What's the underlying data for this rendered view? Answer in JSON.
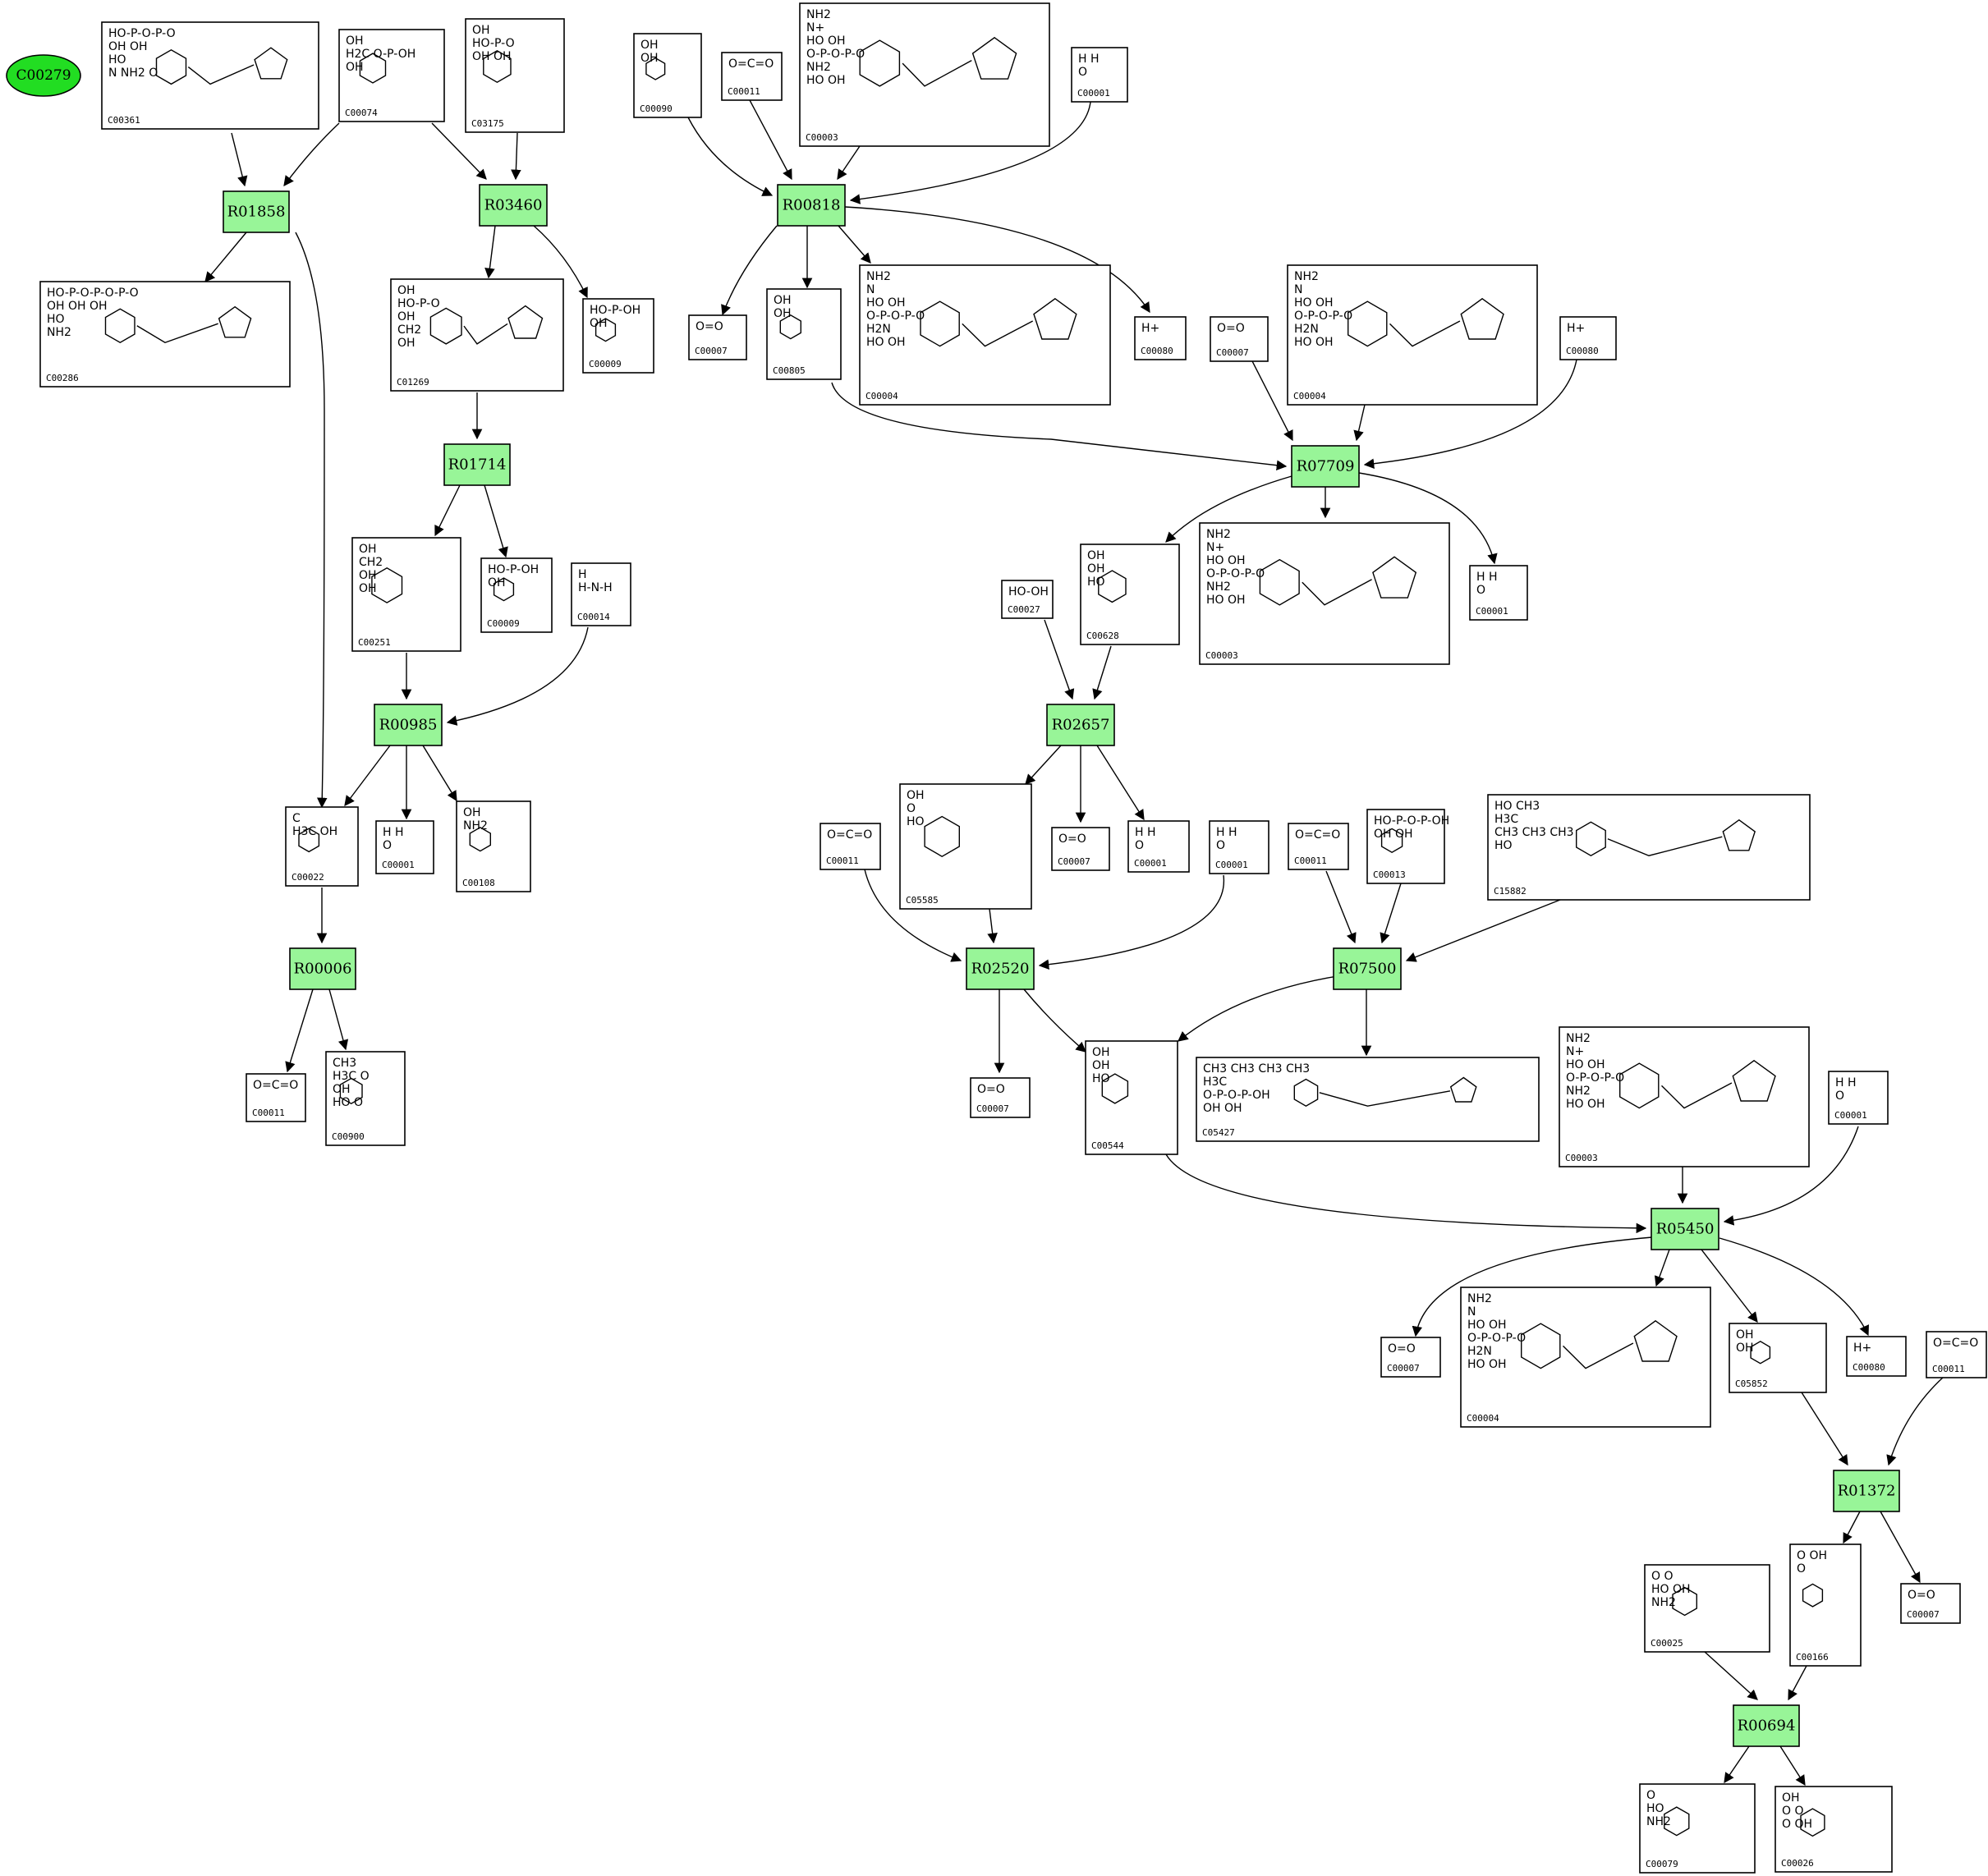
{
  "root": {
    "label": "C00279",
    "color": "#22dd22"
  },
  "colors": {
    "reaction_fill": "#98f598",
    "box_stroke": "#000000",
    "background": "#ffffff"
  },
  "reactions": [
    {
      "id": "R01858"
    },
    {
      "id": "R03460"
    },
    {
      "id": "R00818"
    },
    {
      "id": "R01714"
    },
    {
      "id": "R07709"
    },
    {
      "id": "R00985"
    },
    {
      "id": "R02657"
    },
    {
      "id": "R00006"
    },
    {
      "id": "R02520"
    },
    {
      "id": "R07500"
    },
    {
      "id": "R05450"
    },
    {
      "id": "R01372"
    },
    {
      "id": "R00694"
    }
  ],
  "compounds": [
    {
      "id": "C00361",
      "formula": [
        "HO-P-O-P-O",
        "OH  OH",
        "HO",
        "N  NH2  O"
      ]
    },
    {
      "id": "C00074",
      "formula": [
        "OH",
        "H2C  O-P-OH",
        "OH"
      ]
    },
    {
      "id": "C03175",
      "formula": [
        "OH",
        "HO-P-O",
        "OH  OH"
      ]
    },
    {
      "id": "C00090",
      "formula": [
        "OH",
        "OH"
      ]
    },
    {
      "id": "C00011",
      "formula": [
        "O=C=O"
      ]
    },
    {
      "id": "C00003",
      "formula": [
        "NH2",
        "N+",
        "HO  OH",
        "O-P-O-P-O",
        "NH2",
        "HO  OH"
      ]
    },
    {
      "id": "C00001",
      "formula": [
        "H  H",
        "O"
      ]
    },
    {
      "id": "C00286",
      "formula": [
        "HO-P-O-P-O-P-O",
        "OH  OH  OH",
        "HO",
        "NH2"
      ]
    },
    {
      "id": "C00009",
      "formula": [
        "HO-P-OH",
        "OH"
      ]
    },
    {
      "id": "C01269",
      "formula": [
        "OH",
        "HO-P-O",
        "OH",
        "CH2",
        "OH"
      ]
    },
    {
      "id": "C00007",
      "formula": [
        "O=O"
      ]
    },
    {
      "id": "C00805",
      "formula": [
        "OH",
        "OH"
      ]
    },
    {
      "id": "C00004",
      "formula": [
        "NH2",
        "N",
        "HO  OH",
        "O-P-O-P-O",
        "H2N",
        "HO  OH"
      ]
    },
    {
      "id": "C00080",
      "formula": [
        "H+"
      ]
    },
    {
      "id": "C00251",
      "formula": [
        "OH",
        "CH2",
        "OH",
        "OH"
      ]
    },
    {
      "id": "C00014",
      "formula": [
        "H",
        "H-N-H"
      ]
    },
    {
      "id": "C00027",
      "formula": [
        "HO-OH"
      ]
    },
    {
      "id": "C00628",
      "formula": [
        "OH",
        "OH",
        "HO"
      ]
    },
    {
      "id": "C00022",
      "formula": [
        "C",
        "H3C  OH"
      ]
    },
    {
      "id": "C00108",
      "formula": [
        "OH",
        "NH2"
      ]
    },
    {
      "id": "C05585",
      "formula": [
        "OH",
        "O",
        "HO"
      ]
    },
    {
      "id": "C15882",
      "formula": [
        "HO  CH3",
        "H3C",
        "CH3  CH3  CH3",
        "HO"
      ]
    },
    {
      "id": "C00013",
      "formula": [
        "HO-P-O-P-OH",
        "OH  OH"
      ]
    },
    {
      "id": "C00900",
      "formula": [
        "CH3",
        "H3C  O",
        "OH",
        "HO  O"
      ]
    },
    {
      "id": "C05427",
      "formula": [
        "CH3  CH3  CH3  CH3",
        "H3C",
        "O-P-O-P-OH",
        "OH  OH"
      ]
    },
    {
      "id": "C00544",
      "formula": [
        "OH",
        "OH",
        "HO"
      ]
    },
    {
      "id": "C05852",
      "formula": [
        "OH",
        "OH"
      ]
    },
    {
      "id": "C00025",
      "formula": [
        "O  O",
        "HO  OH",
        "NH2"
      ]
    },
    {
      "id": "C00166",
      "formula": [
        "O  OH",
        "O"
      ]
    },
    {
      "id": "C00079",
      "formula": [
        "O",
        "HO",
        "NH2"
      ]
    },
    {
      "id": "C00026",
      "formula": [
        "OH",
        "O  O",
        "O  OH"
      ]
    }
  ]
}
